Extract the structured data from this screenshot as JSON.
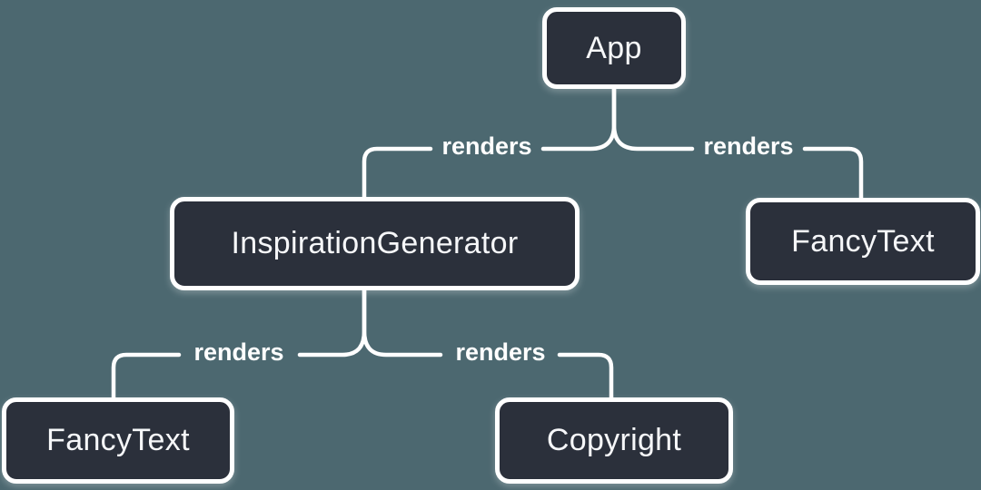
{
  "diagram": {
    "type": "component-tree",
    "background_color": "#4C6870",
    "node_fill_color": "#2B303B",
    "node_border_color": "#FFFFFF",
    "node_text_color": "#F6F7F9",
    "line_color": "#FFFFFF",
    "nodes": [
      {
        "id": "app",
        "label": "App"
      },
      {
        "id": "inspiration-generator",
        "label": "InspirationGenerator"
      },
      {
        "id": "fancy-text-top-right",
        "label": "FancyText"
      },
      {
        "id": "fancy-text-bottom-left",
        "label": "FancyText"
      },
      {
        "id": "copyright",
        "label": "Copyright"
      }
    ],
    "edges": [
      {
        "from": "App",
        "to": "InspirationGenerator",
        "label": "renders"
      },
      {
        "from": "App",
        "to": "FancyText",
        "label": "renders"
      },
      {
        "from": "InspirationGenerator",
        "to": "FancyText",
        "label": "renders"
      },
      {
        "from": "InspirationGenerator",
        "to": "Copyright",
        "label": "renders"
      }
    ]
  }
}
